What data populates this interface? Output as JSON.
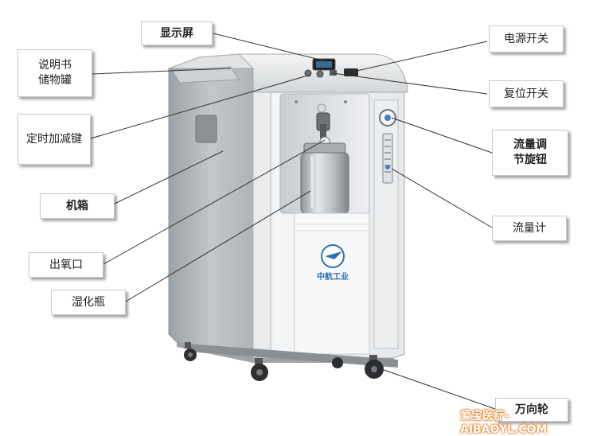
{
  "callouts": {
    "display_screen": "显示屏",
    "manual_storage_line1": "说明书",
    "manual_storage_line2": "储物罐",
    "timer_keys": "定时加减键",
    "cabinet": "机箱",
    "oxygen_outlet": "出氧口",
    "humidifier_bottle": "湿化瓶",
    "power_switch": "电源开关",
    "reset_switch": "复位开关",
    "flow_knob_line1": "流量调",
    "flow_knob_line2": "节旋钮",
    "flowmeter": "流量计",
    "caster_wheel": "万向轮"
  },
  "device": {
    "brand_text": "中航工业"
  },
  "watermark": "爱宝医疗-AIBAOYL.COM"
}
